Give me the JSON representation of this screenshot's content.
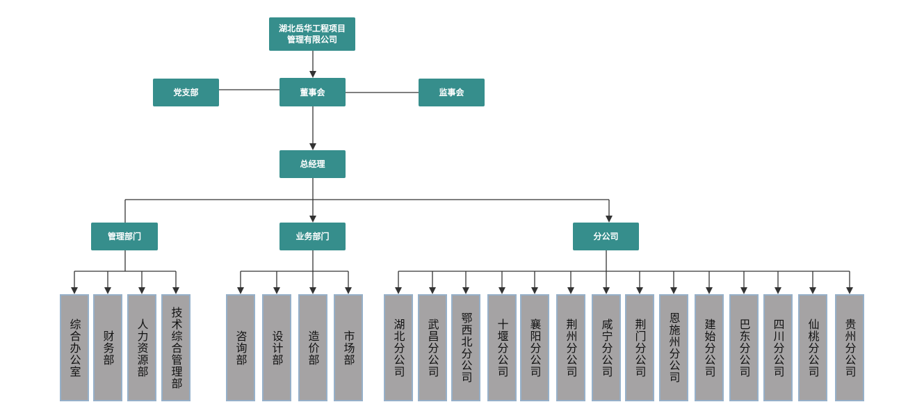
{
  "company": "湖北岳华工程项目\n管理有限公司",
  "top": {
    "party": "党支部",
    "board": "董事会",
    "supervisory": "监事会",
    "gm": "总经理"
  },
  "departments": {
    "management": {
      "label": "管理部门",
      "items": [
        "综合办公室",
        "财务部",
        "人力资源部",
        "技术综合管理部"
      ]
    },
    "business": {
      "label": "业务部门",
      "items": [
        "咨询部",
        "设计部",
        "造价部",
        "市场部"
      ]
    },
    "branches": {
      "label": "分公司",
      "items": [
        "湖北分公司",
        "武昌分公司",
        "鄂西北分公司",
        "十堰分公司",
        "襄阳分公司",
        "荆州分公司",
        "咸宁分公司",
        "荆门分公司",
        "恩施州分公司",
        "建始分公司",
        "巴东分公司",
        "四川分公司",
        "仙桃分公司",
        "贵州分公司"
      ]
    }
  },
  "colors": {
    "node_fill": "#368e8c",
    "leaf_fill": "#a5a3a4",
    "leaf_border": "#96b0c9",
    "connector": "#333333"
  }
}
